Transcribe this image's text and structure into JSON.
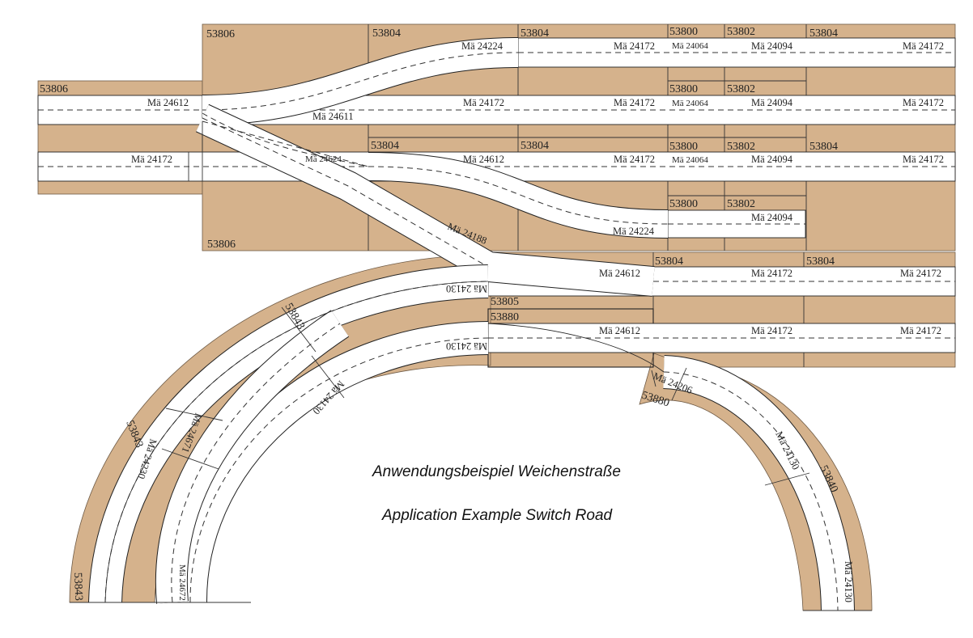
{
  "colors": {
    "base_plate": "#d5b28c",
    "track": "#ffffff",
    "outline": "#222222"
  },
  "title_de": "Anwendungsbeispiel Weichenstraße",
  "title_en": "Application Example Switch Road",
  "plates": {
    "p1": "53806",
    "p2": "53806",
    "p3": "53806",
    "p4": "53804",
    "p5": "53804",
    "p6": "53804",
    "p7": "53804",
    "p8": "53800",
    "p9": "53800",
    "p10": "53800",
    "p11": "53800",
    "p12": "53802",
    "p13": "53802",
    "p14": "53802",
    "p15": "53802",
    "p16": "53804",
    "p17": "53804",
    "p18": "53804",
    "p19": "53804",
    "p20": "53805",
    "p21": "53880",
    "p22": "53880",
    "p23": "53843",
    "p24": "53843",
    "p25": "53843",
    "p26": "53840"
  },
  "tracks": {
    "t1": "Mä 24224",
    "t2": "Mä 24172",
    "t3": "Mä 24064",
    "t4": "Mä 24094",
    "t5": "Mä 24172",
    "t6": "Mä 24612",
    "t7": "Mä 24611",
    "t8": "Mä 24172",
    "t9": "Mä 24172",
    "t10": "Mä 24064",
    "t11": "Mä 24094",
    "t12": "Mä 24172",
    "t13": "Mä 24172",
    "t14": "Mä 24624",
    "t15": "Mä 24612",
    "t16": "Mä 24172",
    "t17": "Mä 24064",
    "t18": "Mä 24094",
    "t19": "Mä 24172",
    "t20": "Mä 24094",
    "t21": "Mä 24224",
    "t22": "Mä 24188",
    "t23": "Mä 24612",
    "t24": "Mä 24172",
    "t25": "Mä 24172",
    "t26": "Mä 24612",
    "t27": "Mä 24172",
    "t28": "Mä 24172",
    "t29": "Mä 24130",
    "t30": "Mä 24130",
    "t31": "Mä 24130",
    "t32": "Mä 24671",
    "t33": "Mä 24230",
    "t34": "Mä 24672",
    "t35": "Mä 24206",
    "t36": "Mä 24130",
    "t37": "Mä 24130"
  }
}
